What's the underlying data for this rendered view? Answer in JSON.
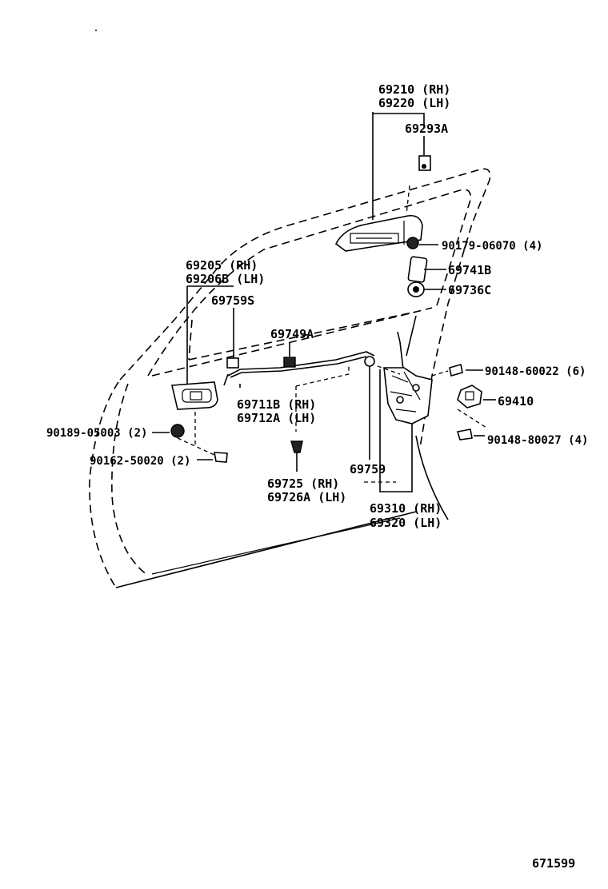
{
  "labels": {
    "outer_handle_rh": "69210 (RH)",
    "outer_handle_lh": "69220 (LH)",
    "clip_69293a": "69293A",
    "bolt_90179": "90179-06070 (4)",
    "part_69741b": "69741B",
    "part_69736c": "69736C",
    "inner_handle_rh": "69205  (RH)",
    "inner_handle_lh": "69206B (LH)",
    "clip_69759s": "69759S",
    "clip_69749a": "69749A",
    "screw_90148_60022": "90148-60022 (6)",
    "striker_69410": "69410",
    "screw_90148_80027": "90148-80027 (4)",
    "rod_rh": "69711B (RH)",
    "rod_lh": "69712A (LH)",
    "screw_90189": "90189-05003 (2)",
    "screw_90162": "90162-50020 (2)",
    "clip_69759": "69759",
    "lock_knob_rh": "69725  (RH)",
    "lock_knob_lh": "69726A (LH)",
    "lock_rh": "69310 (RH)",
    "lock_lh": "69320 (LH)",
    "diagram_number": "671599"
  }
}
